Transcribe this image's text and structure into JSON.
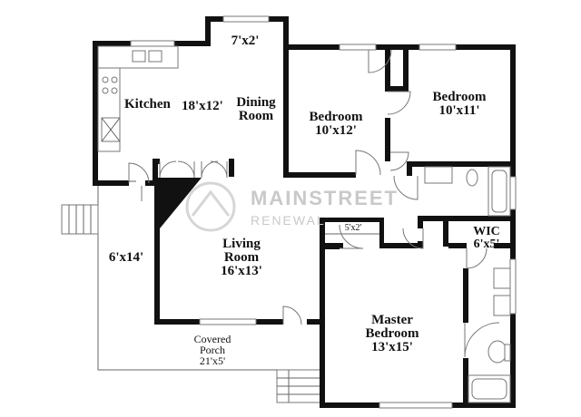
{
  "rooms": {
    "kitchen": {
      "name": "Kitchen"
    },
    "dining": {
      "dim": "18'x12'",
      "name1": "Dining",
      "name2": "Room"
    },
    "nook": {
      "dim": "7'x2'"
    },
    "bedroom2": {
      "name": "Bedroom",
      "dim": "10'x12'"
    },
    "bedroom3": {
      "name": "Bedroom",
      "dim": "10'x11'"
    },
    "closet": {
      "dim": "5'x2'"
    },
    "wic": {
      "name": "WIC",
      "dim": "6'x5'"
    },
    "living": {
      "name1": "Living",
      "name2": "Room",
      "dim": "16'x13'"
    },
    "deck": {
      "dim": "6'x14'"
    },
    "master": {
      "name1": "Master",
      "name2": "Bedroom",
      "dim": "13'x15'"
    },
    "porch": {
      "name1": "Covered",
      "name2": "Porch",
      "dim": "21'x5'"
    }
  },
  "watermark": {
    "line1": "MAINSTREET",
    "line2": "RENEWAL"
  }
}
